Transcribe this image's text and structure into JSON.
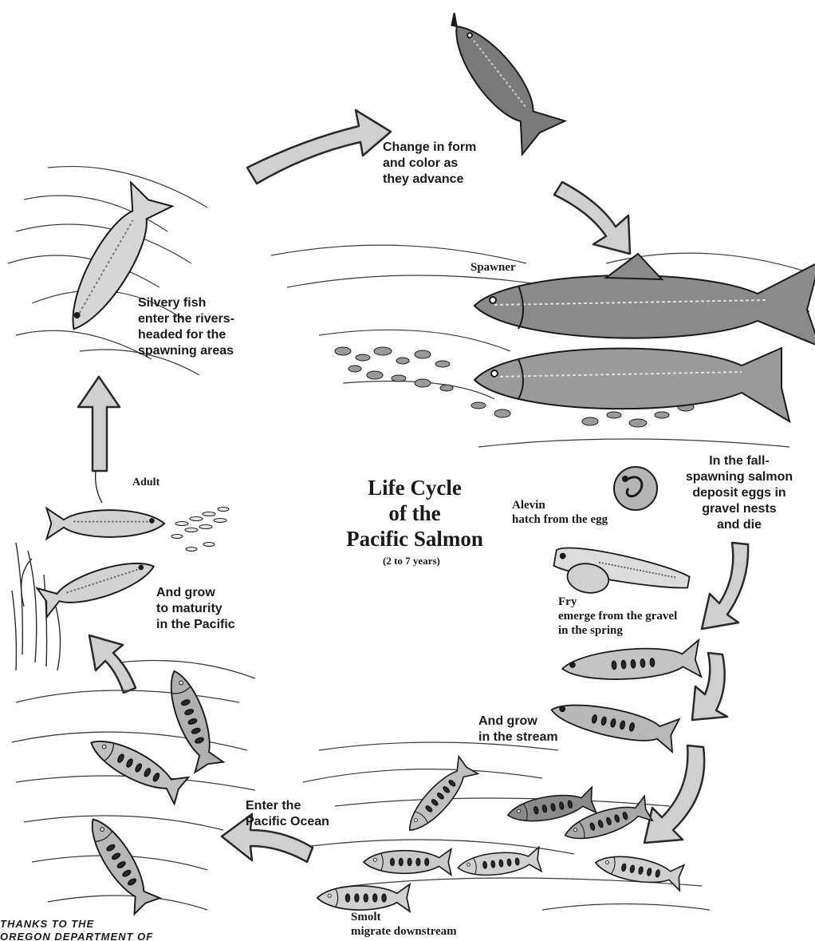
{
  "title": {
    "line1": "Life Cycle",
    "line2": "of the",
    "line3": "Pacific Salmon",
    "years": "(2 to 7 years)"
  },
  "stages": {
    "change": [
      "Change in form",
      "and color as",
      "they advance"
    ],
    "spawner": "Spawner",
    "fall": [
      "In the fall-",
      "spawning salmon",
      "deposit eggs in",
      "gravel nests",
      "and die"
    ],
    "alevin": [
      "Alevin",
      "hatch from the egg"
    ],
    "fry": [
      "Fry",
      "emerge from the gravel",
      "in the spring"
    ],
    "stream": [
      "And grow",
      "in the stream"
    ],
    "smolt": [
      "Smolt",
      "migrate downstream"
    ],
    "ocean": [
      "Enter the",
      "Pacific Ocean"
    ],
    "maturity": [
      "And grow",
      "to maturity",
      "in the Pacific"
    ],
    "adult": "Adult",
    "rivers": [
      "Silvery fish",
      "enter the rivers-",
      "headed for the",
      "spawning areas"
    ]
  },
  "credit": [
    "THANKS TO THE",
    "OREGON DEPARTMENT OF"
  ],
  "colors": {
    "arrow_fill": "#cfcfcf",
    "arrow_stroke": "#2a2a2a",
    "fish_dark": "#6d6d6d",
    "fish_light": "#c9c9c9",
    "ink": "#1a1a1a"
  },
  "icons": [
    "salmon-fish-icon",
    "egg-icon",
    "curved-arrow-icon",
    "gravel-icon",
    "water-lines-icon",
    "kelp-icon"
  ]
}
